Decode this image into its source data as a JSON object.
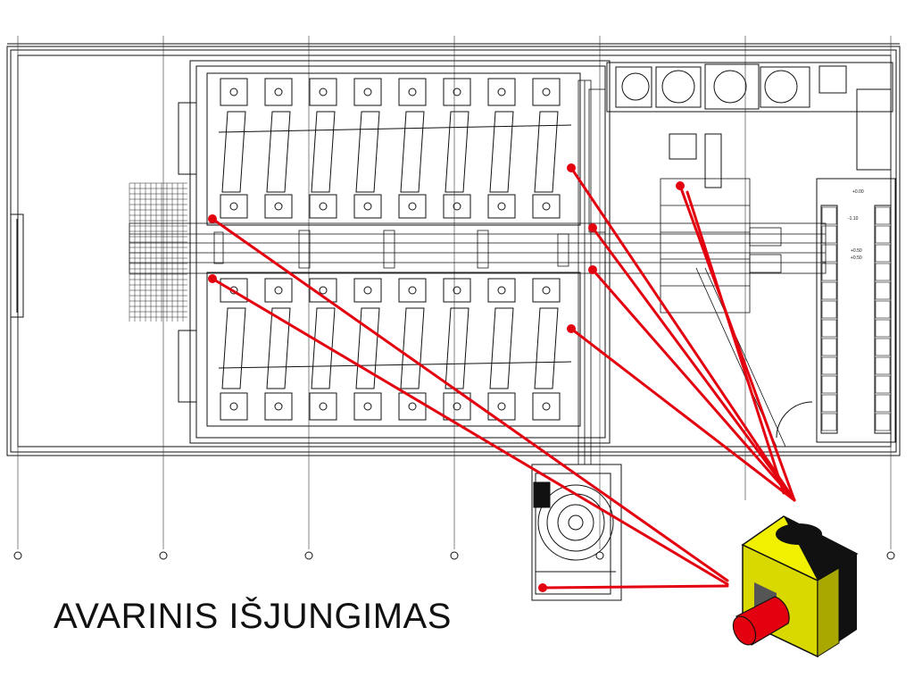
{
  "slide": {
    "caption": "AVARINIS IŠJUNGIMAS"
  },
  "plan": {
    "dimension_labels": [
      "+0.00",
      "-1.10",
      "+0.50",
      "+0.50"
    ],
    "grid_marker_count": 6
  },
  "colors": {
    "line": "#111111",
    "link": "#e3000f",
    "marker": "#e3000f",
    "button_body": "#d9d900",
    "button_side": "#a8a800",
    "button_top": "#f0f000",
    "button_cap": "#e3000f",
    "button_black": "#111111"
  },
  "icons": {
    "emergency_stop": "emergency-stop-button-icon"
  }
}
